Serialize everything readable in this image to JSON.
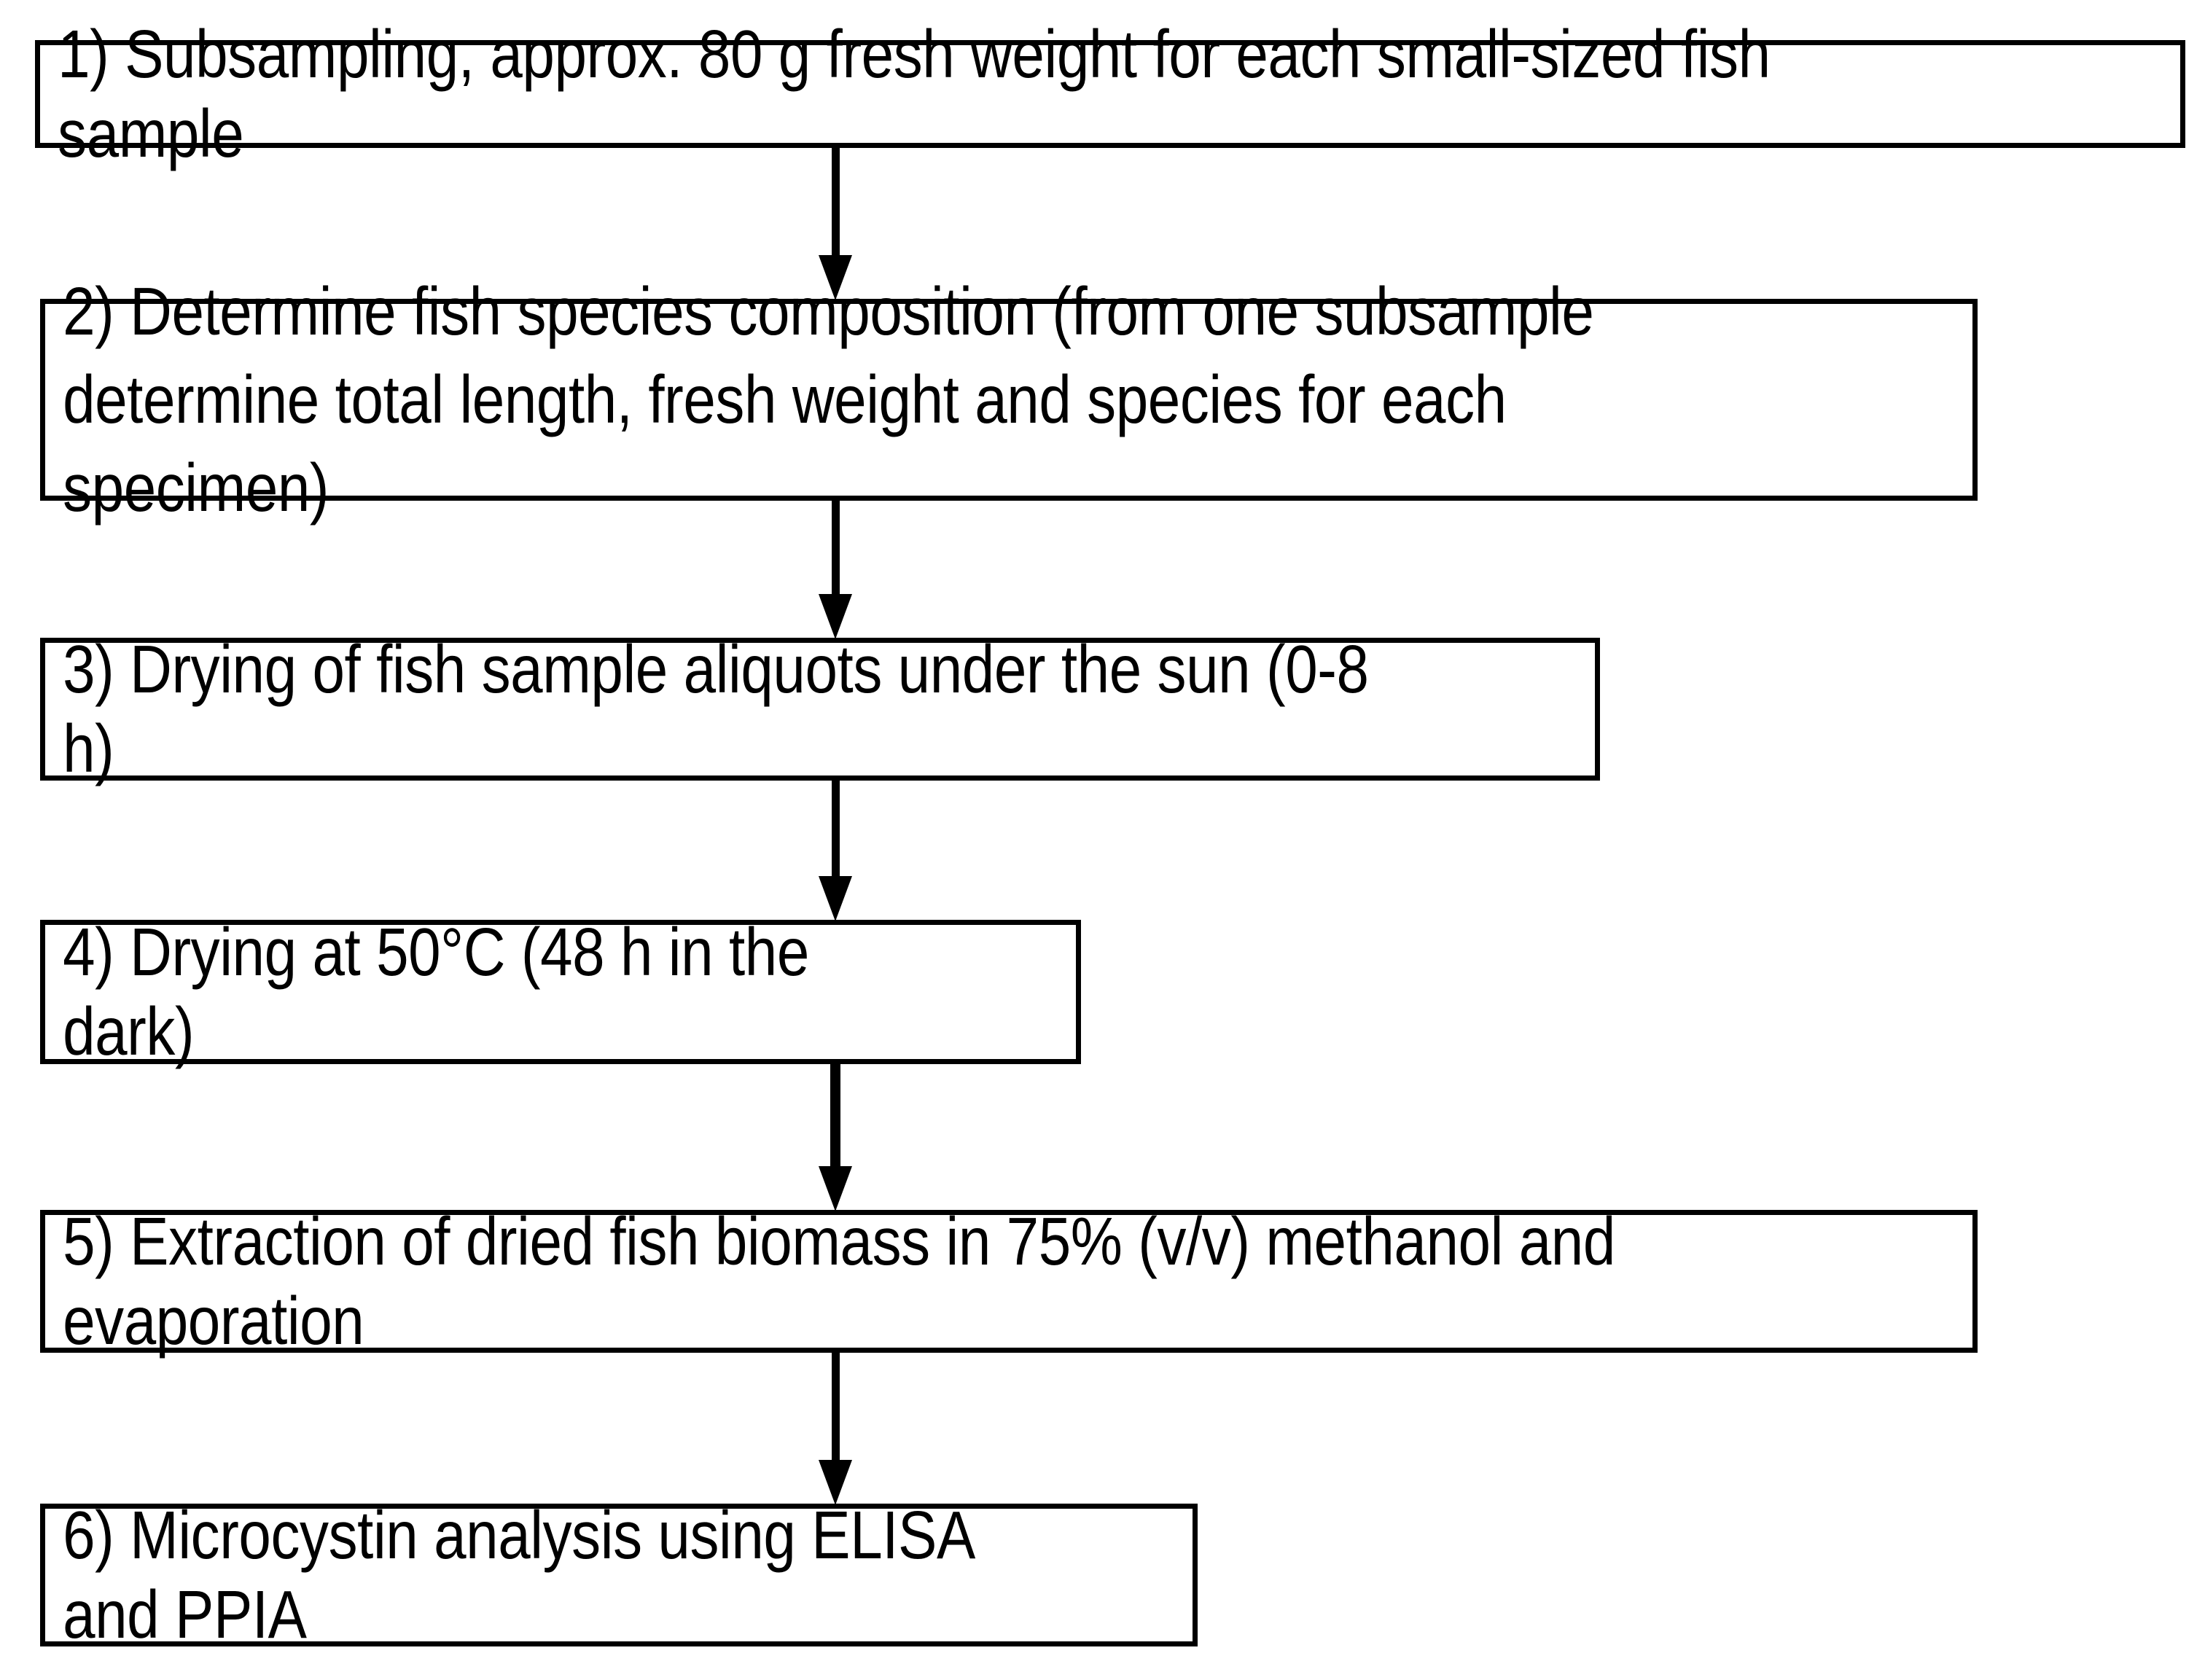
{
  "diagram": {
    "type": "flowchart",
    "orientation": "top-to-bottom",
    "title": "Fish sample processing and microcystin analysis workflow",
    "colors": {
      "background": "#ffffff",
      "box_border": "#000000",
      "box_fill": "#ffffff",
      "text": "#000000",
      "arrow": "#000000"
    },
    "steps": [
      {
        "number": "1",
        "label": "1) Subsampling, approx. 80 g fresh weight for each small-sized fish sample"
      },
      {
        "number": "2",
        "label": "2) Determine fish species composition (from one subsample\ndetermine total length, fresh weight and species for each specimen)"
      },
      {
        "number": "3",
        "label": "3) Drying of fish sample aliquots under the sun (0-8 h)"
      },
      {
        "number": "4",
        "label": "4) Drying at 50°C (48 h in the dark)"
      },
      {
        "number": "5",
        "label": "5) Extraction of dried fish biomass in 75% (v/v) methanol and evaporation"
      },
      {
        "number": "6",
        "label": "6) Microcystin analysis using ELISA and PPIA"
      }
    ],
    "connectors": [
      {
        "from": "1",
        "to": "2",
        "style": "solid-down-arrow"
      },
      {
        "from": "2",
        "to": "3",
        "style": "solid-down-arrow"
      },
      {
        "from": "3",
        "to": "4",
        "style": "solid-down-arrow"
      },
      {
        "from": "4",
        "to": "5",
        "style": "solid-down-arrow"
      },
      {
        "from": "5",
        "to": "6",
        "style": "solid-down-arrow"
      }
    ]
  }
}
